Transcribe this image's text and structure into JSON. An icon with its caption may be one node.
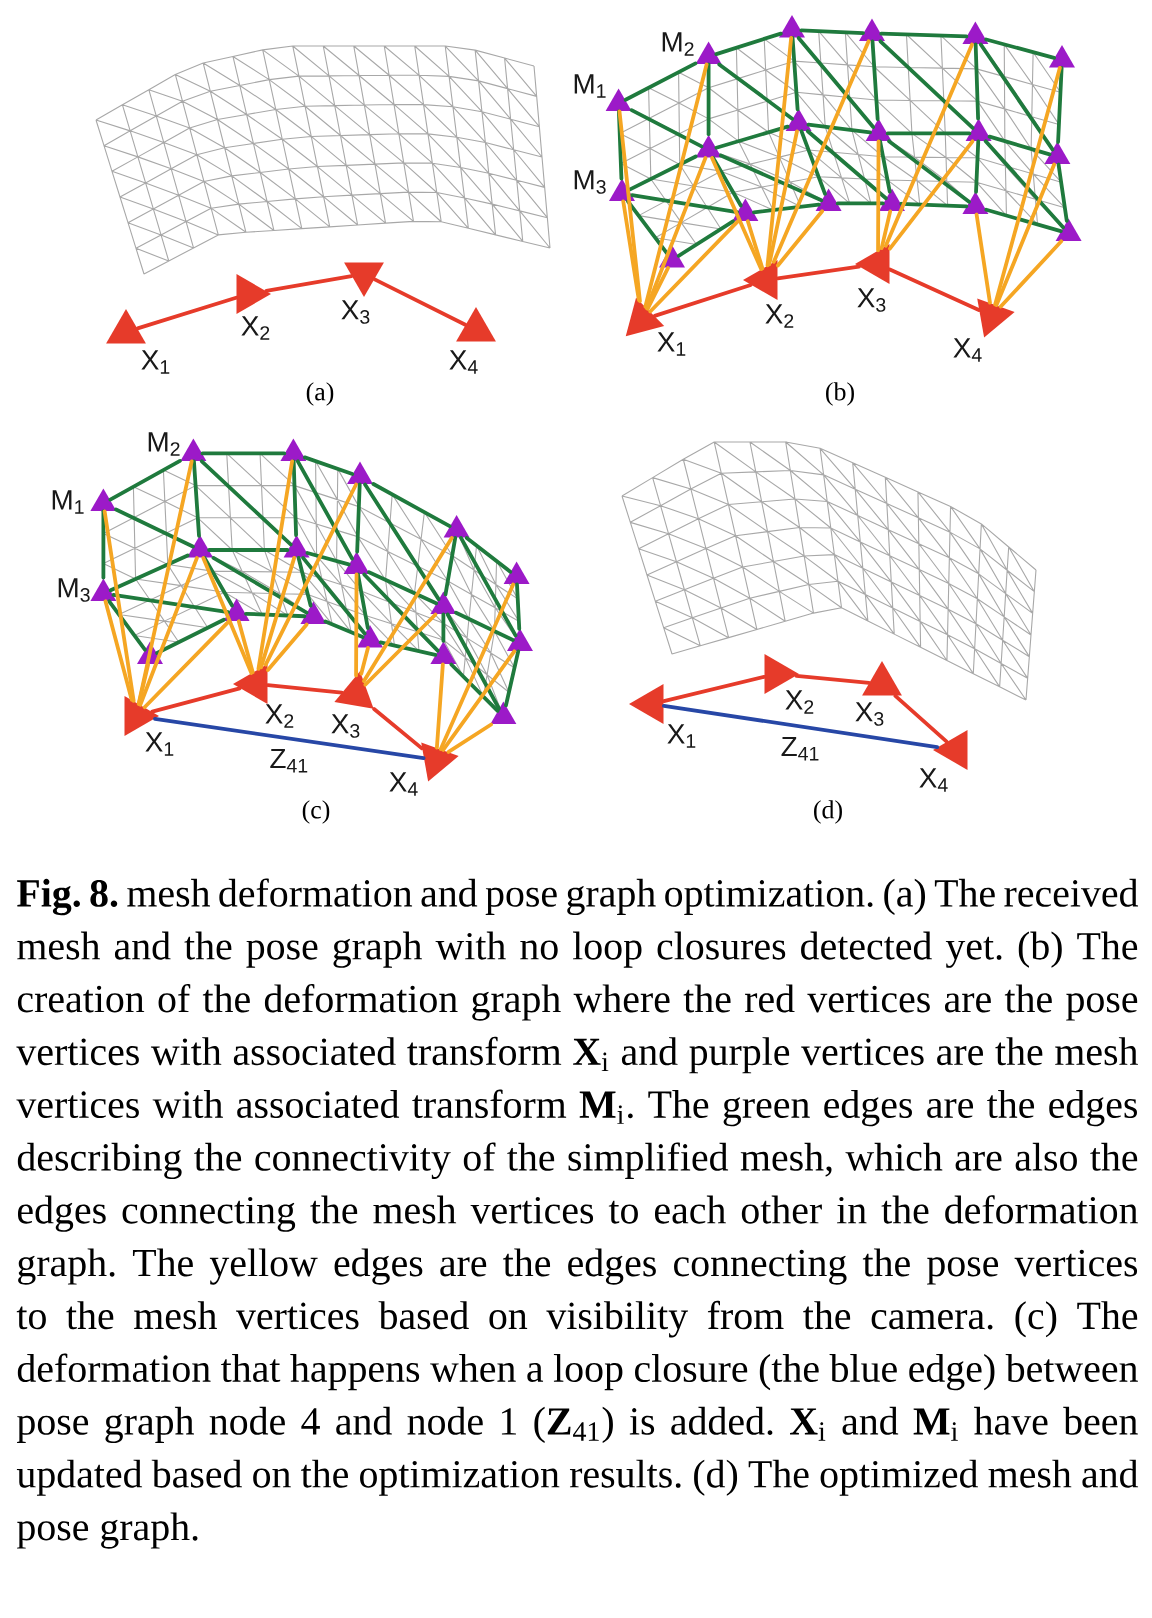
{
  "diagram": {
    "caption": "**Fig. 8.** mesh deformation and pose graph optimization. (a) The received mesh and the pose graph with no loop closures detected yet. (b) The creation of the deformation graph where the red vertices are the pose vertices with associated transform **X**$_{i}$ and purple vertices are the mesh vertices with associated transform **M**$_{i}$. The green edges are the edges describing the connectivity of the simplified mesh, which are also the edges connecting the mesh vertices to each other in the deformation graph. The yellow edges are the edges connecting the pose vertices to the mesh vertices based on visibility from the camera. (c) The deformation that happens when a loop closure (the blue edge) between pose graph node 4 and node 1 (**Z**$_{41}$) is added. **X**$_{i}$ and **M**$_{i}$ have been updated based on the optimization results. (d) The optimized mesh and pose graph.",
    "nodes": [
      {
        "text": [],
        "shape": "triangle",
        "beside": [
          "X$_{1}$"
        ]
      },
      {
        "text": [],
        "shape": "triangle",
        "beside": [
          "X$_{2}$"
        ]
      },
      {
        "text": [],
        "shape": "triangle",
        "beside": [
          "X$_{3}$"
        ]
      },
      {
        "text": [],
        "shape": "triangle",
        "beside": [
          "X$_{4}$"
        ]
      },
      {
        "text": [],
        "shape": "triangle",
        "beside": [
          "M$_{1}$"
        ]
      },
      {
        "text": [],
        "shape": "triangle",
        "beside": [
          "M$_{2}$"
        ]
      },
      {
        "text": [],
        "shape": "triangle"
      },
      {
        "text": [],
        "shape": "triangle"
      },
      {
        "text": [],
        "shape": "triangle"
      },
      {
        "text": [],
        "shape": "triangle"
      },
      {
        "text": [],
        "shape": "triangle",
        "beside": [
          "M$_{3}$"
        ]
      },
      {
        "text": [],
        "shape": "triangle"
      },
      {
        "text": [],
        "shape": "triangle"
      },
      {
        "text": [],
        "shape": "triangle"
      },
      {
        "text": [],
        "shape": "triangle"
      },
      {
        "text": [],
        "shape": "triangle"
      },
      {
        "text": [],
        "shape": "triangle"
      },
      {
        "text": [],
        "shape": "triangle"
      },
      {
        "text": [],
        "shape": "triangle"
      },
      {
        "text": [],
        "shape": "triangle"
      },
      {
        "text": [],
        "shape": "triangle"
      },
      {
        "text": [],
        "shape": "triangle"
      },
      {
        "text": [],
        "shape": "triangle",
        "beside": [
          "X$_{1}$"
        ]
      },
      {
        "text": [],
        "shape": "triangle",
        "beside": [
          "X$_{2}$"
        ]
      },
      {
        "text": [],
        "shape": "triangle",
        "beside": [
          "X$_{3}$"
        ]
      },
      {
        "text": [],
        "shape": "triangle",
        "beside": [
          "X$_{4}$"
        ]
      },
      {
        "text": [],
        "shape": "triangle",
        "beside": [
          "M$_{1}$"
        ]
      },
      {
        "text": [],
        "shape": "triangle",
        "beside": [
          "M$_{2}$"
        ]
      },
      {
        "text": [],
        "shape": "triangle"
      },
      {
        "text": [],
        "shape": "triangle"
      },
      {
        "text": [],
        "shape": "triangle"
      },
      {
        "text": [],
        "shape": "triangle"
      },
      {
        "text": [],
        "shape": "triangle",
        "beside": [
          "M$_{3}$"
        ]
      },
      {
        "text": [],
        "shape": "triangle"
      },
      {
        "text": [],
        "shape": "triangle"
      },
      {
        "text": [],
        "shape": "triangle"
      },
      {
        "text": [],
        "shape": "triangle"
      },
      {
        "text": [],
        "shape": "triangle"
      },
      {
        "text": [],
        "shape": "triangle"
      },
      {
        "text": [],
        "shape": "triangle"
      },
      {
        "text": [],
        "shape": "triangle"
      },
      {
        "text": [],
        "shape": "triangle"
      },
      {
        "text": [],
        "shape": "triangle"
      },
      {
        "text": [],
        "shape": "triangle"
      },
      {
        "text": [],
        "shape": "triangle",
        "beside": [
          "X$_{1}$"
        ]
      },
      {
        "text": [],
        "shape": "triangle",
        "beside": [
          "X$_{2}$"
        ]
      },
      {
        "text": [],
        "shape": "triangle",
        "beside": [
          "X$_{3}$"
        ]
      },
      {
        "text": [],
        "shape": "triangle",
        "beside": [
          "X$_{4}$"
        ]
      },
      {
        "text": [],
        "shape": "triangle",
        "beside": [
          "X$_{1}$"
        ]
      },
      {
        "text": [],
        "shape": "triangle",
        "beside": [
          "X$_{2}$"
        ]
      },
      {
        "text": [],
        "shape": "triangle",
        "beside": [
          "X$_{3}$"
        ]
      },
      {
        "text": [],
        "shape": "triangle",
        "beside": [
          "X$_{4}$"
        ]
      }
    ],
    "edges": [
      {
        "from": 0,
        "to": 1,
        "arrow": "none",
        "color": "#e63b2a"
      },
      {
        "from": 1,
        "to": 2,
        "arrow": "none",
        "color": "#e63b2a"
      },
      {
        "from": 2,
        "to": 3,
        "arrow": "none",
        "color": "#e63b2a"
      },
      {
        "from": 4,
        "to": 5,
        "arrow": "none"
      },
      {
        "from": 5,
        "to": 6,
        "arrow": "none"
      },
      {
        "from": 6,
        "to": 7,
        "arrow": "none"
      },
      {
        "from": 7,
        "to": 8,
        "arrow": "none"
      },
      {
        "from": 8,
        "to": 9,
        "arrow": "none"
      },
      {
        "from": 10,
        "to": 11,
        "arrow": "none"
      },
      {
        "from": 11,
        "to": 12,
        "arrow": "none"
      },
      {
        "from": 12,
        "to": 13,
        "arrow": "none"
      },
      {
        "from": 13,
        "to": 14,
        "arrow": "none"
      },
      {
        "from": 14,
        "to": 15,
        "arrow": "none"
      },
      {
        "from": 16,
        "to": 17,
        "arrow": "none"
      },
      {
        "from": 17,
        "to": 18,
        "arrow": "none"
      },
      {
        "from": 18,
        "to": 19,
        "arrow": "none"
      },
      {
        "from": 19,
        "to": 20,
        "arrow": "none"
      },
      {
        "from": 20,
        "to": 21,
        "arrow": "none"
      },
      {
        "from": 4,
        "to": 10,
        "arrow": "none"
      },
      {
        "from": 5,
        "to": 11,
        "arrow": "none"
      },
      {
        "from": 6,
        "to": 12,
        "arrow": "none"
      },
      {
        "from": 7,
        "to": 13,
        "arrow": "none"
      },
      {
        "from": 8,
        "to": 14,
        "arrow": "none"
      },
      {
        "from": 9,
        "to": 15,
        "arrow": "none"
      },
      {
        "from": 10,
        "to": 16,
        "arrow": "none"
      },
      {
        "from": 11,
        "to": 17,
        "arrow": "none"
      },
      {
        "from": 12,
        "to": 18,
        "arrow": "none"
      },
      {
        "from": 13,
        "to": 19,
        "arrow": "none"
      },
      {
        "from": 14,
        "to": 20,
        "arrow": "none"
      },
      {
        "from": 15,
        "to": 21,
        "arrow": "none"
      },
      {
        "from": 4,
        "to": 11,
        "arrow": "none"
      },
      {
        "from": 5,
        "to": 12,
        "arrow": "none"
      },
      {
        "from": 6,
        "to": 13,
        "arrow": "none"
      },
      {
        "from": 7,
        "to": 14,
        "arrow": "none"
      },
      {
        "from": 8,
        "to": 15,
        "arrow": "none"
      },
      {
        "from": 10,
        "to": 17,
        "arrow": "none"
      },
      {
        "from": 11,
        "to": 18,
        "arrow": "none"
      },
      {
        "from": 12,
        "to": 19,
        "arrow": "none"
      },
      {
        "from": 13,
        "to": 20,
        "arrow": "none"
      },
      {
        "from": 14,
        "to": 21,
        "arrow": "none"
      },
      {
        "from": 22,
        "to": 4,
        "arrow": "none",
        "color": "#f5a623"
      },
      {
        "from": 22,
        "to": 5,
        "arrow": "none",
        "color": "#f5a623"
      },
      {
        "from": 22,
        "to": 10,
        "arrow": "none",
        "color": "#f5a623"
      },
      {
        "from": 22,
        "to": 11,
        "arrow": "none",
        "color": "#f5a623"
      },
      {
        "from": 22,
        "to": 16,
        "arrow": "none",
        "color": "#f5a623"
      },
      {
        "from": 22,
        "to": 17,
        "arrow": "none",
        "color": "#f5a623"
      },
      {
        "from": 23,
        "to": 11,
        "arrow": "none",
        "color": "#f5a623"
      },
      {
        "from": 23,
        "to": 17,
        "arrow": "none",
        "color": "#f5a623"
      },
      {
        "from": 23,
        "to": 12,
        "arrow": "none",
        "color": "#f5a623"
      },
      {
        "from": 23,
        "to": 6,
        "arrow": "none",
        "color": "#f5a623"
      },
      {
        "from": 23,
        "to": 7,
        "arrow": "none",
        "color": "#f5a623"
      },
      {
        "from": 23,
        "to": 18,
        "arrow": "none",
        "color": "#f5a623"
      },
      {
        "from": 24,
        "to": 19,
        "arrow": "none",
        "color": "#f5a623"
      },
      {
        "from": 24,
        "to": 13,
        "arrow": "none",
        "color": "#f5a623"
      },
      {
        "from": 24,
        "to": 8,
        "arrow": "none",
        "color": "#f5a623"
      },
      {
        "from": 24,
        "to": 14,
        "arrow": "none",
        "color": "#f5a623"
      },
      {
        "from": 25,
        "to": 20,
        "arrow": "none",
        "color": "#f5a623"
      },
      {
        "from": 25,
        "to": 15,
        "arrow": "none",
        "color": "#f5a623"
      },
      {
        "from": 25,
        "to": 21,
        "arrow": "none",
        "color": "#f5a623"
      },
      {
        "from": 25,
        "to": 9,
        "arrow": "none",
        "color": "#f5a623"
      },
      {
        "from": 22,
        "to": 23,
        "arrow": "none",
        "color": "#e63b2a"
      },
      {
        "from": 23,
        "to": 24,
        "arrow": "none",
        "color": "#e63b2a"
      },
      {
        "from": 24,
        "to": 25,
        "arrow": "none",
        "color": "#e63b2a"
      },
      {
        "from": 26,
        "to": 27,
        "arrow": "none"
      },
      {
        "from": 27,
        "to": 28,
        "arrow": "none"
      },
      {
        "from": 28,
        "to": 29,
        "arrow": "none"
      },
      {
        "from": 29,
        "to": 30,
        "arrow": "none"
      },
      {
        "from": 30,
        "to": 31,
        "arrow": "none"
      },
      {
        "from": 32,
        "to": 33,
        "arrow": "none"
      },
      {
        "from": 33,
        "to": 34,
        "arrow": "none"
      },
      {
        "from": 34,
        "to": 35,
        "arrow": "none"
      },
      {
        "from": 35,
        "to": 36,
        "arrow": "none"
      },
      {
        "from": 36,
        "to": 37,
        "arrow": "none"
      },
      {
        "from": 38,
        "to": 39,
        "arrow": "none"
      },
      {
        "from": 39,
        "to": 40,
        "arrow": "none"
      },
      {
        "from": 40,
        "to": 41,
        "arrow": "none"
      },
      {
        "from": 41,
        "to": 42,
        "arrow": "none"
      },
      {
        "from": 42,
        "to": 43,
        "arrow": "none"
      },
      {
        "from": 26,
        "to": 32,
        "arrow": "none"
      },
      {
        "from": 27,
        "to": 33,
        "arrow": "none"
      },
      {
        "from": 28,
        "to": 34,
        "arrow": "none"
      },
      {
        "from": 29,
        "to": 35,
        "arrow": "none"
      },
      {
        "from": 30,
        "to": 36,
        "arrow": "none"
      },
      {
        "from": 31,
        "to": 37,
        "arrow": "none"
      },
      {
        "from": 32,
        "to": 38,
        "arrow": "none"
      },
      {
        "from": 33,
        "to": 39,
        "arrow": "none"
      },
      {
        "from": 34,
        "to": 40,
        "arrow": "none"
      },
      {
        "from": 35,
        "to": 41,
        "arrow": "none"
      },
      {
        "from": 36,
        "to": 42,
        "arrow": "none"
      },
      {
        "from": 37,
        "to": 43,
        "arrow": "none"
      },
      {
        "from": 26,
        "to": 33,
        "arrow": "none"
      },
      {
        "from": 27,
        "to": 34,
        "arrow": "none"
      },
      {
        "from": 28,
        "to": 35,
        "arrow": "none"
      },
      {
        "from": 29,
        "to": 36,
        "arrow": "none"
      },
      {
        "from": 30,
        "to": 37,
        "arrow": "none"
      },
      {
        "from": 32,
        "to": 39,
        "arrow": "none"
      },
      {
        "from": 33,
        "to": 40,
        "arrow": "none"
      },
      {
        "from": 34,
        "to": 41,
        "arrow": "none"
      },
      {
        "from": 35,
        "to": 42,
        "arrow": "none"
      },
      {
        "from": 36,
        "to": 43,
        "arrow": "none"
      },
      {
        "from": 44,
        "to": 26,
        "arrow": "none",
        "color": "#f5a623"
      },
      {
        "from": 44,
        "to": 27,
        "arrow": "none",
        "color": "#f5a623"
      },
      {
        "from": 44,
        "to": 32,
        "arrow": "none",
        "color": "#f5a623"
      },
      {
        "from": 44,
        "to": 33,
        "arrow": "none",
        "color": "#f5a623"
      },
      {
        "from": 44,
        "to": 38,
        "arrow": "none",
        "color": "#f5a623"
      },
      {
        "from": 44,
        "to": 39,
        "arrow": "none",
        "color": "#f5a623"
      },
      {
        "from": 45,
        "to": 33,
        "arrow": "none",
        "color": "#f5a623"
      },
      {
        "from": 45,
        "to": 39,
        "arrow": "none",
        "color": "#f5a623"
      },
      {
        "from": 45,
        "to": 34,
        "arrow": "none",
        "color": "#f5a623"
      },
      {
        "from": 45,
        "to": 28,
        "arrow": "none",
        "color": "#f5a623"
      },
      {
        "from": 45,
        "to": 29,
        "arrow": "none",
        "color": "#f5a623"
      },
      {
        "from": 45,
        "to": 40,
        "arrow": "none",
        "color": "#f5a623"
      },
      {
        "from": 46,
        "to": 41,
        "arrow": "none",
        "color": "#f5a623"
      },
      {
        "from": 46,
        "to": 35,
        "arrow": "none",
        "color": "#f5a623"
      },
      {
        "from": 46,
        "to": 30,
        "arrow": "none",
        "color": "#f5a623"
      },
      {
        "from": 46,
        "to": 36,
        "arrow": "none",
        "color": "#f5a623"
      },
      {
        "from": 47,
        "to": 42,
        "arrow": "none",
        "color": "#f5a623"
      },
      {
        "from": 47,
        "to": 37,
        "arrow": "none",
        "color": "#f5a623"
      },
      {
        "from": 47,
        "to": 43,
        "arrow": "none",
        "color": "#f5a623"
      },
      {
        "from": 47,
        "to": 31,
        "arrow": "none",
        "color": "#f5a623"
      },
      {
        "from": 44,
        "to": 45,
        "arrow": "none",
        "color": "#e63b2a"
      },
      {
        "from": 45,
        "to": 46,
        "arrow": "none",
        "color": "#e63b2a"
      },
      {
        "from": 46,
        "to": 47,
        "arrow": "none",
        "color": "#e63b2a"
      },
      {
        "from": 44,
        "to": 47,
        "arrow": "none",
        "color": "#2747a6",
        "label": "Z$_{41}$"
      },
      {
        "from": 48,
        "to": 49,
        "arrow": "none",
        "color": "#e63b2a"
      },
      {
        "from": 49,
        "to": 50,
        "arrow": "none",
        "color": "#e63b2a"
      },
      {
        "from": 50,
        "to": 51,
        "arrow": "none",
        "color": "#e63b2a"
      },
      {
        "from": 48,
        "to": 51,
        "arrow": "none",
        "color": "#2747a6",
        "label": "Z$_{41}$"
      }
    ],
    "labels": [
      "(a)",
      "(b)",
      "(c)",
      "(d)"
    ]
  }
}
